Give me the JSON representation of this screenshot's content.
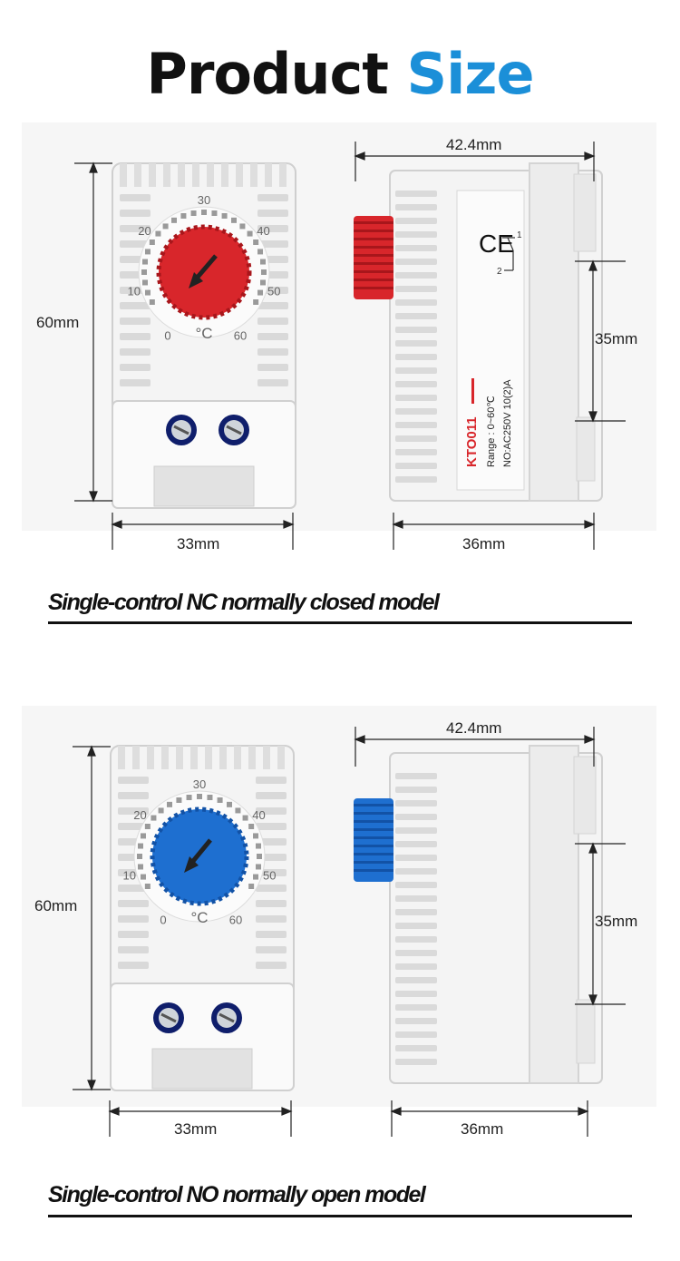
{
  "title": {
    "word1": "Product",
    "word2": "Size"
  },
  "models": [
    {
      "caption": "Single-control NC normally closed model",
      "knob_color": "#d8262b",
      "knob_dark": "#a8161b",
      "dims": {
        "height": "60mm",
        "front_width": "33mm",
        "side_width": "42.4mm",
        "depth": "36mm",
        "rail": "35mm"
      },
      "dial": {
        "scale": [
          "0",
          "10",
          "20",
          "30",
          "40",
          "50",
          "60"
        ],
        "unit": "°C"
      },
      "label": {
        "ce": "CE",
        "model": "KTO011",
        "range": "Range : 0~60℃",
        "rating": "NO:AC250V  10(2)A",
        "terminals": [
          "1",
          "2"
        ]
      }
    },
    {
      "caption": "Single-control NO normally open model",
      "knob_color": "#1e6fd0",
      "knob_dark": "#1252a6",
      "dims": {
        "height": "60mm",
        "front_width": "33mm",
        "side_width": "42.4mm",
        "depth": "36mm",
        "rail": "35mm"
      },
      "dial": {
        "scale": [
          "0",
          "10",
          "20",
          "30",
          "40",
          "50",
          "60"
        ],
        "unit": "°C"
      }
    }
  ]
}
